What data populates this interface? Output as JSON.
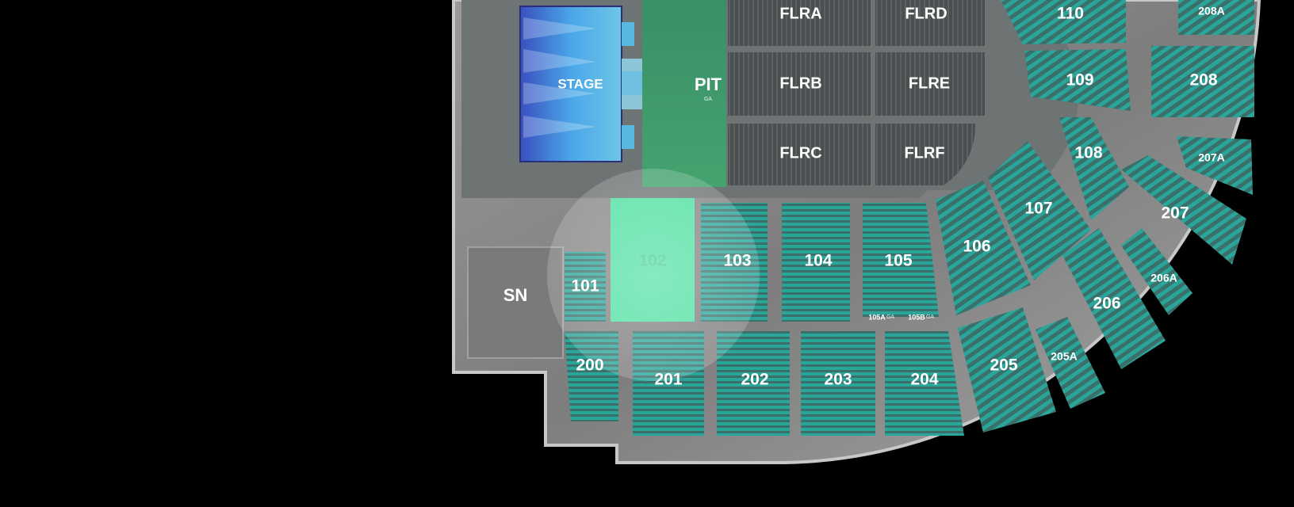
{
  "venue_map": {
    "stage_label": "STAGE",
    "pit_label": "PIT",
    "pit_tag": "GA",
    "sn_label": "SN",
    "floor": [
      "FLRA",
      "FLRD",
      "FLRB",
      "FLRE",
      "FLRC",
      "FLRF"
    ],
    "lower_sections": [
      "101",
      "102",
      "103",
      "104",
      "105",
      "106",
      "107",
      "108",
      "109",
      "110"
    ],
    "lower_sub_sections": [
      "105A",
      "105B"
    ],
    "lower_sub_tag": "GA",
    "upper_sections": [
      "200",
      "201",
      "202",
      "203",
      "204",
      "205",
      "205A",
      "206",
      "206A",
      "207",
      "207A",
      "208",
      "208A"
    ],
    "selected_section": "102",
    "colors": {
      "background": "#000000",
      "concourse": "#8c8c8c",
      "seat_teal": "#2aa59a",
      "floor_gray": "#4f5354",
      "pit_green": "#3f9a6c",
      "selected_green": "#4ee0a0",
      "stage_blue": "#45b5e6"
    }
  }
}
